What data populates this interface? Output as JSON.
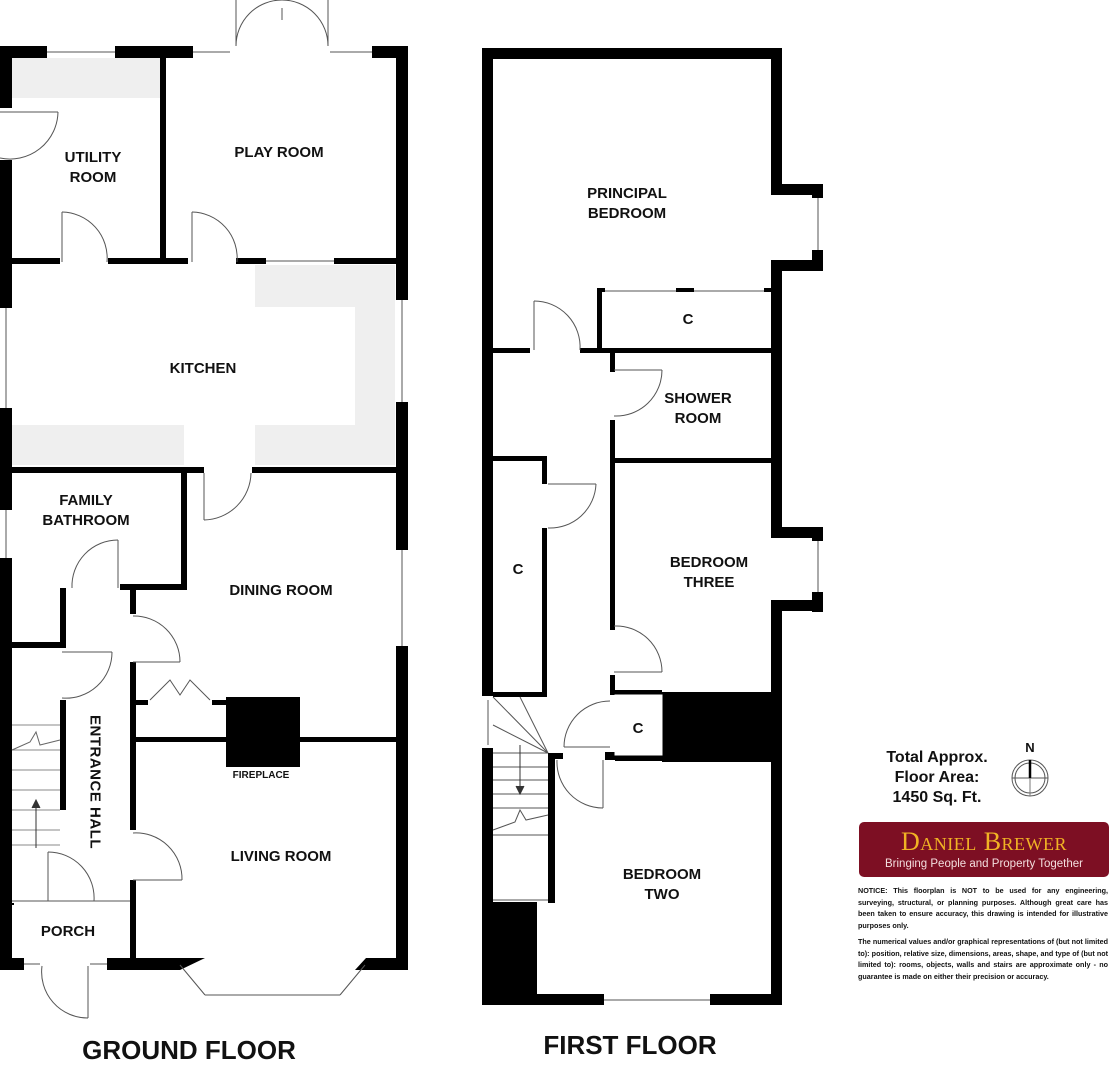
{
  "floors": {
    "ground": {
      "title": "GROUND FLOOR",
      "rooms": {
        "utility": "UTILITY\nROOM",
        "play": "PLAY ROOM",
        "kitchen": "KITCHEN",
        "family_bathroom": "FAMILY\nBATHROOM",
        "dining": "DINING ROOM",
        "entrance_hall": "ENTRANCE HALL",
        "fireplace": "FIREPLACE",
        "living": "LIVING ROOM",
        "porch": "PORCH"
      }
    },
    "first": {
      "title": "FIRST FLOOR",
      "rooms": {
        "principal": "PRINCIPAL\nBEDROOM",
        "cupboard_principal": "C",
        "shower": "SHOWER\nROOM",
        "cupboard_landing": "C",
        "bedroom_three": "BEDROOM\nTHREE",
        "cupboard_small": "C",
        "bedroom_two": "BEDROOM\nTWO"
      }
    }
  },
  "summary": {
    "area_line1": "Total Approx.",
    "area_line2": "Floor Area:",
    "area_line3": "1450  Sq. Ft.",
    "compass_label": "N"
  },
  "brand": {
    "name": "Daniel Brewer",
    "tagline": "Bringing People and Property Together",
    "bg_color": "#7d0f23",
    "name_color": "#f1b324"
  },
  "notice": {
    "paragraph1": "NOTICE: This floorplan is NOT to be used for any engineering, surveying, structural, or planning purposes. Although great care has been taken to ensure accuracy, this drawing is intended for illustrative purposes only.",
    "paragraph2": "The numerical values and/or graphical representations of (but not limited to): position, relative size, dimensions, areas, shape, and type of (but not limited to): rooms, objects, walls and stairs are approximate only - no guarantee is made on either their precision or accuracy."
  }
}
